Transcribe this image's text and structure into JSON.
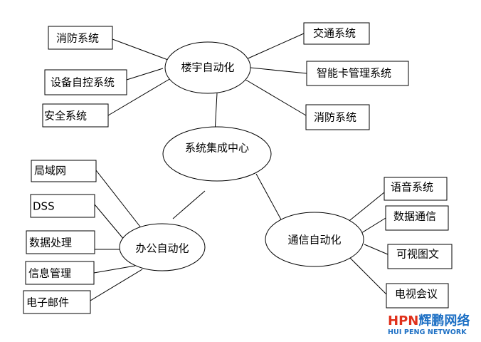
{
  "center": "系统集成中心",
  "hubs": {
    "building": "楼宇自动化",
    "office": "办公自动化",
    "comm": "通信自动化"
  },
  "building_left": [
    "消防系统",
    "设备自控系统",
    "安全系统"
  ],
  "building_right": [
    "交通系统",
    "智能卡管理系统",
    "消防系统"
  ],
  "office_items": [
    "局域网",
    "DSS",
    "数据处理",
    "信息管理",
    "电子邮件"
  ],
  "comm_items": [
    "语音系统",
    "数据通信",
    "可视图文",
    "电视会议"
  ],
  "logo": {
    "latin": "HPN",
    "cn": "辉鹏网络",
    "sub": "HUI PENG NETWORK"
  }
}
